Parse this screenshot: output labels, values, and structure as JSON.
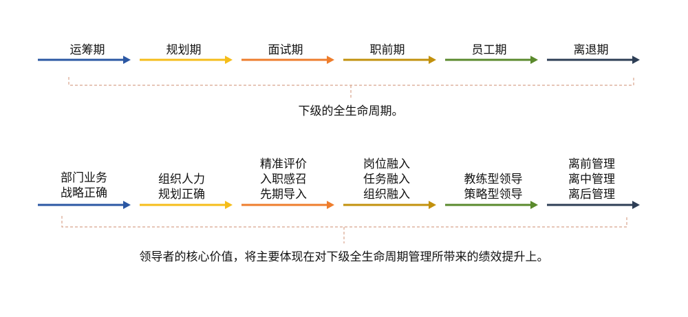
{
  "colors": {
    "blue": "#2b57a3",
    "yellow": "#f5bd1a",
    "orange": "#ee7d2c",
    "olive": "#c2910d",
    "green": "#5a8a2c",
    "navy": "#2d3e55",
    "bracket": "#d8a48c"
  },
  "row1": {
    "stages": [
      {
        "label": "运筹期",
        "color": "#2b57a3"
      },
      {
        "label": "规划期",
        "color": "#f5bd1a"
      },
      {
        "label": "面试期",
        "color": "#ee7d2c"
      },
      {
        "label": "职前期",
        "color": "#c2910d"
      },
      {
        "label": "员工期",
        "color": "#5a8a2c"
      },
      {
        "label": "离退期",
        "color": "#2d3e55"
      }
    ],
    "caption": "下级的全生命周期。"
  },
  "row2": {
    "stages": [
      {
        "lines": [
          "部门业务",
          "战略正确"
        ],
        "color": "#2b57a3"
      },
      {
        "lines": [
          "组织人力",
          "规划正确"
        ],
        "color": "#f5bd1a"
      },
      {
        "lines": [
          "精准评价",
          "入职感召",
          "先期导入"
        ],
        "color": "#ee7d2c"
      },
      {
        "lines": [
          "岗位融入",
          "任务融入",
          "组织融入"
        ],
        "color": "#c2910d"
      },
      {
        "lines": [
          "教练型领导",
          "策略型领导"
        ],
        "color": "#5a8a2c"
      },
      {
        "lines": [
          "离前管理",
          "离中管理",
          "离后管理"
        ],
        "color": "#2d3e55"
      }
    ],
    "caption": "领导者的核心价值，将主要体现在对下级全生命周期管理所带来的绩效提升上。"
  }
}
